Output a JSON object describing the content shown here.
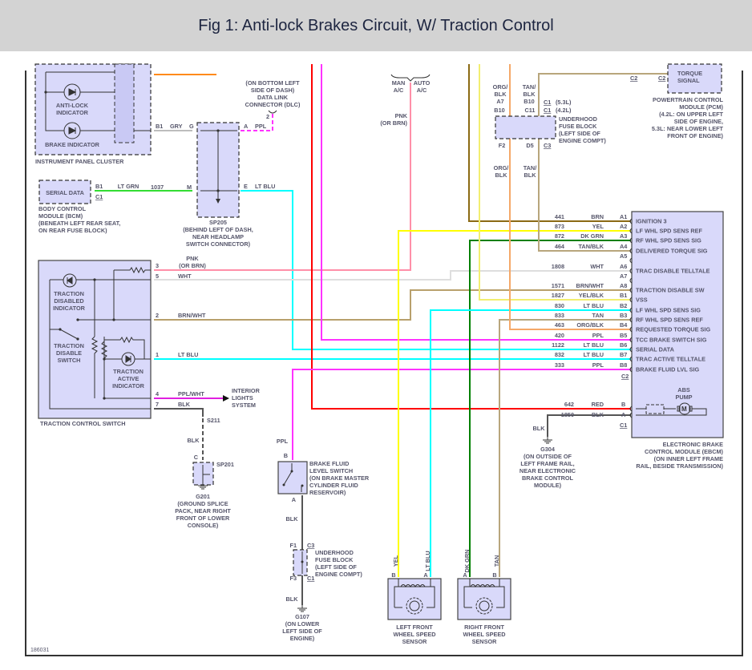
{
  "title": "Fig 1: Anti-lock Brakes Circuit, W/ Traction Control",
  "footer_id": "186031",
  "wire_colors": {
    "ORG": "#ff8a1a",
    "GRY": "#bdbdbd",
    "PPL": "#ff33ff",
    "LT GRN": "#33dd33",
    "LT BLU": "#00ffff",
    "PNK": "#ff8fa8",
    "WHT": "#dedede",
    "BRN/WHT": "#b8a06c",
    "PPL/WHT": "#e020e0",
    "BLK": "#555555",
    "RED": "#ff0000",
    "BRN": "#8b6a14",
    "YEL": "#ffff00",
    "YEL/BLK": "#f2ee70",
    "DK GRN": "#008000",
    "TAN/BLK": "#b8a67c",
    "TAN": "#b8a67c",
    "ORG/BLK": "#f5a868",
    "component_fill": "#d9d9fa",
    "title_bar": "#d3d3d3"
  },
  "labels": {
    "anti_lock": [
      "ANTI-LOCK",
      "INDICATOR"
    ],
    "brake_indicator": "BRAKE INDICATOR",
    "ipc_name": "INSTRUMENT PANEL CLUSTER",
    "ipc_b1": "B1",
    "gry": "GRY",
    "sp205_g": "G",
    "sp205_a": "A",
    "ppl_dlc": "PPL",
    "dlc_pin": "2",
    "dlc_label": [
      "(ON BOTTOM LEFT",
      "SIDE OF DASH)",
      "DATA LINK",
      "CONNECTOR (DLC)"
    ],
    "serial_data": "SERIAL DATA",
    "bcm_b1": "B1",
    "bcm_c1": "C1",
    "lt_grn": "LT GRN",
    "c1037": "1037",
    "sp205_m": "M",
    "sp205_e": "E",
    "lt_blu_e": "LT BLU",
    "bcm_label": [
      "BODY CONTROL",
      "MODULE (BCM)",
      "(BENEATH LEFT REAR SEAT,",
      "ON REAR FUSE BLOCK)"
    ],
    "sp205_label": [
      "SP205",
      "(BEHIND LEFT OF DASH,",
      "NEAR HEADLAMP",
      "SWITCH CONNECTOR)"
    ],
    "tcs_pin3": "3",
    "tcs_pnk": [
      "PNK",
      "(OR BRN)"
    ],
    "tcs_pin5": "5",
    "tcs_wht": "WHT",
    "tcs_pin2": "2",
    "tcs_brn_wht": "BRN/WHT",
    "tcs_pin1": "1",
    "tcs_lt_blu": "LT BLU",
    "tcs_pin4": "4",
    "tcs_ppl_wht": "PPL/WHT",
    "tcs_pin7": "7",
    "tcs_blk": "BLK",
    "tcs_disabled": [
      "TRACTION",
      "DISABLED",
      "INDICATOR"
    ],
    "tcs_switch": [
      "TRACTION",
      "DISABLE",
      "SWITCH"
    ],
    "tcs_active": [
      "TRACTION",
      "ACTIVE",
      "INDICATOR"
    ],
    "tcs_name": "TRACTION CONTROL SWITCH",
    "interior": [
      "INTERIOR",
      "LIGHTS",
      "SYSTEM"
    ],
    "s211": "S211",
    "blk_s211": "BLK",
    "sp201_c": "C",
    "sp201": "SP201",
    "g201": [
      "G201",
      "(GROUND SPLICE",
      "PACK, NEAR RIGHT",
      "FRONT OF LOWER",
      "CONSOLE)"
    ],
    "pnk_ac": [
      "PNK",
      "(OR BRN)"
    ],
    "man_ac": [
      "MAN",
      "A/C"
    ],
    "auto_ac": [
      "AUTO",
      "A/C"
    ],
    "org_blk_top": [
      "ORG/",
      "BLK",
      "A7"
    ],
    "tan_blk_top": [
      "TAN/",
      "BLK",
      "B10"
    ],
    "fb_b10": "B10",
    "fb_c11": "C11",
    "fb_c1_53": "C1",
    "fb_53": "(5.3L)",
    "fb_c1_42": "C1",
    "fb_42": "(4.2L)",
    "fuse_label": [
      "UNDERHOOD",
      "FUSE BLOCK",
      "(LEFT SIDE OF",
      "ENGINE COMPT)"
    ],
    "fb_f2": "F2",
    "fb_d5": "D5",
    "fb_c3": "C3",
    "org_blk_bot": [
      "ORG/",
      "BLK"
    ],
    "tan_blk_bot": [
      "TAN/",
      "BLK"
    ],
    "pcm_c2a": "C2",
    "pcm_c2b": "C2",
    "torque": [
      "TORQUE",
      "SIGNAL"
    ],
    "pcm_label": [
      "POWERTRAIN CONTROL",
      "MODULE (PCM)",
      "(4.2L: ON UPPER LEFT",
      "SIDE OF ENGINE,",
      "5.3L: NEAR LOWER LEFT",
      "FRONT OF ENGINE)"
    ],
    "ebcm_c2": "C2",
    "c642": "642",
    "red": "RED",
    "pin_b": "B",
    "c1850": "1850",
    "blk_1850": "BLK",
    "pin_a": "A",
    "ebcm_c1": "C1",
    "abs_pump": [
      "ABS",
      "PUMP"
    ],
    "ebcm_label": [
      "ELECTRONIC BRAKE",
      "CONTROL MODULE (EBCM)",
      "(ON INNER LEFT FRAME",
      "RAIL, BESIDE TRANSMISSION)"
    ],
    "blk_g304": "BLK",
    "g304": [
      "G304",
      "(ON OUTSIDE OF",
      "LEFT FRAME RAIL,",
      "NEAR ELECTRONIC",
      "BRAKE CONTROL",
      "MODULE)"
    ],
    "ppl_bfs": "PPL",
    "bfs_b": "B",
    "bfs_a": "A",
    "bfs_label": [
      "BRAKE FLUID",
      "LEVEL SWITCH",
      "(ON BRAKE MASTER",
      "CYLINDER FLUID",
      "RESERVOIR)"
    ],
    "blk_bfs": "BLK",
    "uf_f1": "F1",
    "uf_c3": "C3",
    "uf_label": [
      "UNDERHOOD",
      "FUSE BLOCK",
      "(LEFT SIDE OF",
      "ENGINE COMPT)"
    ],
    "uf_f3": "F3",
    "uf_c1": "C1",
    "blk_g107": "BLK",
    "g107": [
      "G107",
      "(ON LOWER",
      "LEFT SIDE OF",
      "ENGINE)"
    ],
    "yel_v": "YEL",
    "lt_blu_v": "LT BLU",
    "dk_grn_v": "DK GRN",
    "tan_v": "TAN",
    "lf_b": "B",
    "lf_a": "A",
    "rf_a": "A",
    "rf_b": "B",
    "lf_label": [
      "LEFT FRONT",
      "WHEEL SPEED",
      "SENSOR"
    ],
    "rf_label": [
      "RIGHT FRONT",
      "WHEEL SPEED",
      "SENSOR"
    ]
  },
  "ebcm_pins": [
    {
      "pin": "A1",
      "circuit": "441",
      "color": "BRN",
      "function": "IGNITION 3"
    },
    {
      "pin": "A2",
      "circuit": "873",
      "color": "YEL",
      "function": "LF WHL SPD SENS REF"
    },
    {
      "pin": "A3",
      "circuit": "872",
      "color": "DK GRN",
      "function": "RF WHL SPD SENS SIG"
    },
    {
      "pin": "A4",
      "circuit": "464",
      "color": "TAN/BLK",
      "function": "DELIVERED TORQUE SIG"
    },
    {
      "pin": "A5",
      "circuit": "",
      "color": "",
      "function": ""
    },
    {
      "pin": "A6",
      "circuit": "1808",
      "color": "WHT",
      "function": "TRAC DISABLE TELLTALE"
    },
    {
      "pin": "A7",
      "circuit": "",
      "color": "",
      "function": ""
    },
    {
      "pin": "A8",
      "circuit": "1571",
      "color": "BRN/WHT",
      "function": "TRACTION DISABLE SW"
    },
    {
      "pin": "B1",
      "circuit": "1827",
      "color": "YEL/BLK",
      "function": "VSS"
    },
    {
      "pin": "B2",
      "circuit": "830",
      "color": "LT BLU",
      "function": "LF WHL SPD SENS SIG"
    },
    {
      "pin": "B3",
      "circuit": "833",
      "color": "TAN",
      "function": "RF WHL SPD SENS REF"
    },
    {
      "pin": "B4",
      "circuit": "463",
      "color": "ORG/BLK",
      "function": "REQUESTED TORQUE SIG"
    },
    {
      "pin": "B5",
      "circuit": "420",
      "color": "PPL",
      "function": "TCC BRAKE SWITCH SIG"
    },
    {
      "pin": "B6",
      "circuit": "1122",
      "color": "LT BLU",
      "function": "SERIAL DATA"
    },
    {
      "pin": "B7",
      "circuit": "832",
      "color": "LT BLU",
      "function": "TRAC ACTIVE TELLTALE"
    },
    {
      "pin": "B8",
      "circuit": "333",
      "color": "PPL",
      "function": "BRAKE FLUID LVL SIG"
    }
  ]
}
